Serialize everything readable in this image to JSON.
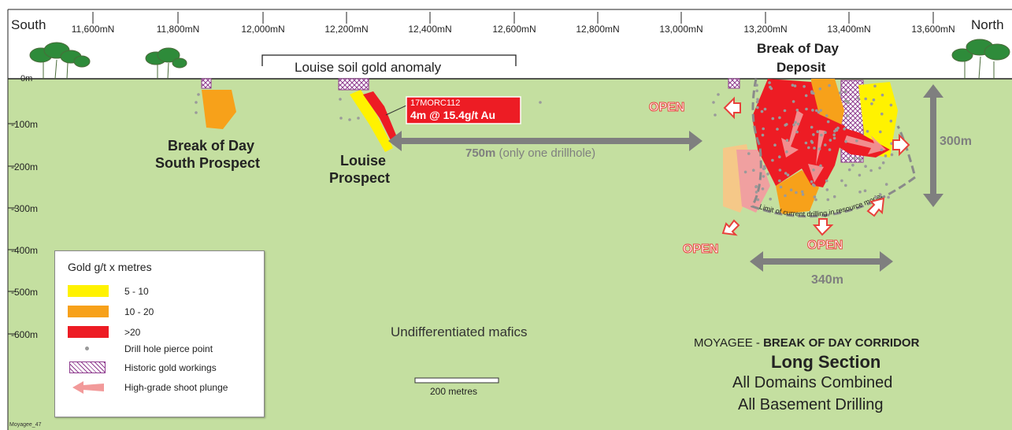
{
  "orientation": {
    "south": "South",
    "north": "North"
  },
  "eastings": [
    "11,600mN",
    "11,800mN",
    "12,000mN",
    "12,200mN",
    "12,400mN",
    "12,600mN",
    "12,800mN",
    "13,000mN",
    "13,200mN",
    "13,400mN",
    "13,600mN"
  ],
  "depths": [
    "0m",
    "-100m",
    "-200m",
    "-300m",
    "-400m",
    "-500m",
    "-600m"
  ],
  "anomaly_label": "Louise soil gold anomaly",
  "deposit_label": {
    "line1": "Break of Day",
    "line2": "Deposit"
  },
  "south_prospect": {
    "line1": "Break of Day",
    "line2": "South Prospect"
  },
  "louise_prospect": {
    "line1": "Louise",
    "line2": "Prospect"
  },
  "intercept": {
    "hole": "17MORC112",
    "result": "4m @ 15.4g/t Au"
  },
  "distance": {
    "value": "750m",
    "note": "(only one drillhole)"
  },
  "open_label": "OPEN",
  "limit_label": "Limit of current drilling in resource model",
  "dim_300": "300m",
  "dim_340": "340m",
  "undiff_label": "Undifferentiated mafics",
  "scale_label": "200 metres",
  "legend": {
    "title": "Gold g/t x metres",
    "items": [
      {
        "label": "5 - 10",
        "color": "#fff200"
      },
      {
        "label": "10 - 20",
        "color": "#f7a11a"
      },
      {
        "label": ">20",
        "color": "#ed1c24"
      },
      {
        "label": "Drill hole pierce point"
      },
      {
        "label": "Historic gold workings"
      },
      {
        "label": "High-grade shoot plunge"
      }
    ]
  },
  "title_block": {
    "line1_prefix": "MOYAGEE - ",
    "line1_bold": "BREAK OF DAY CORRIDOR",
    "line2": "Long Section",
    "line3": "All Domains Combined",
    "line4": "All Basement Drilling"
  },
  "footer_code": "Moyagee_47",
  "colors": {
    "ground": "#c4dfa0",
    "grey_arrow": "#7f7f7f",
    "open_red": "#e8413b",
    "workings": "#8e3b8e",
    "plunge": "#f29a9a"
  }
}
